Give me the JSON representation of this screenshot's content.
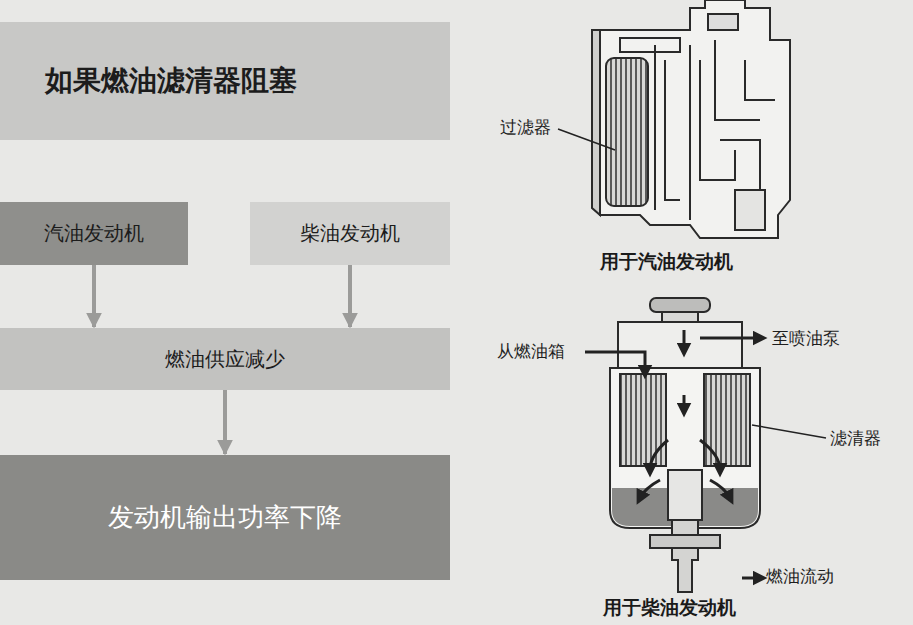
{
  "diagram": {
    "nodes": [
      {
        "text": [
          "如果燃油滤清器阻塞"
        ]
      },
      {
        "text": [
          "汽油发动机"
        ]
      },
      {
        "text": [
          "柴油发动机"
        ]
      },
      {
        "text": [
          "燃油供应减少"
        ]
      },
      {
        "text": [
          "发动机输出功率下降"
        ]
      }
    ],
    "edges": [
      {
        "from": 1,
        "to": 3,
        "arrow": "to"
      },
      {
        "from": 2,
        "to": 3,
        "arrow": "to"
      },
      {
        "from": 3,
        "to": 4,
        "arrow": "to"
      }
    ],
    "labels": [
      "过滤器",
      "用于汽油发动机",
      "从燃油箱",
      "至喷油泵",
      "滤清器",
      "燃油流动",
      "用于柴油发动机"
    ]
  }
}
